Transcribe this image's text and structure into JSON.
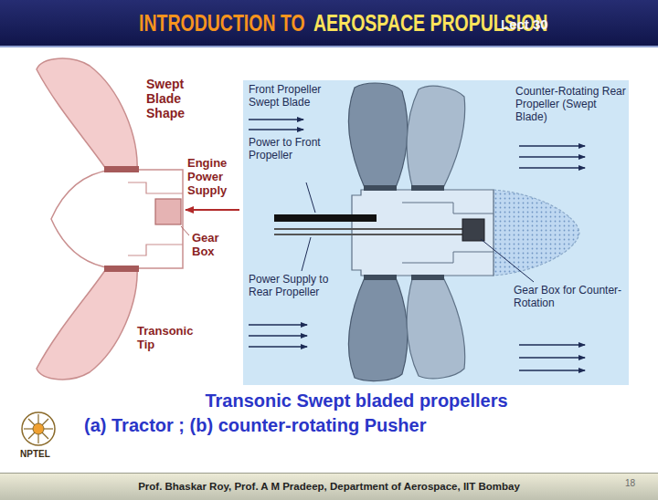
{
  "diagram": {
    "caption": "Transonic Swept bladed propellers",
    "nodes": [
      {
        "text": [
          "INTRODUCTION TO",
          "AEROSPACE PROPULSION",
          "Lect 30"
        ]
      },
      {
        "text": [
          "Front Propeller Swept Blade",
          "Power to Front Propeller",
          "Counter-Rotating Rear Propeller (Swept Blade)",
          "Gear Box for Counter-Rotation",
          "Power Supply to Rear Propeller"
        ]
      },
      {
        "text": [
          "Prof. Bhaskar Roy, Prof. A M Pradeep, Department of Aerospace, IIT Bombay",
          "18"
        ]
      }
    ],
    "labels": [
      "Swept Blade Shape",
      "Engine Power Supply",
      "Gear Box",
      "Transonic Tip",
      "(a) Tractor ; (b) counter-rotating Pusher",
      "NPTEL"
    ]
  }
}
